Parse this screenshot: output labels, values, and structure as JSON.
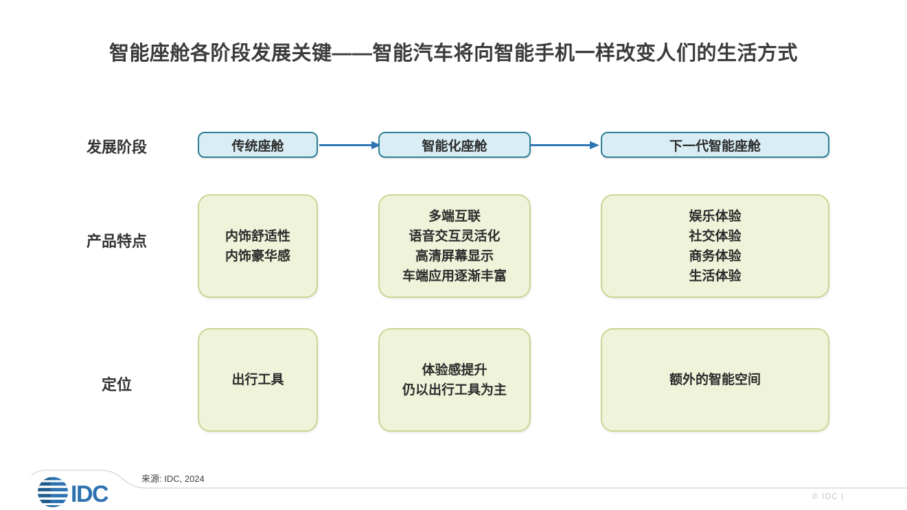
{
  "title": "智能座舱各阶段发展关键——智能汽车将向智能手机一样改变人们的生活方式",
  "row_labels": {
    "stage": "发展阶段",
    "features": "产品特点",
    "positioning": "定位"
  },
  "stages": [
    {
      "name": "传统座舱",
      "features": [
        "内饰舒适性",
        "内饰豪华感"
      ],
      "positioning": [
        "出行工具"
      ]
    },
    {
      "name": "智能化座舱",
      "features": [
        "多端互联",
        "语音交互灵活化",
        "高清屏幕显示",
        "车端应用逐渐丰富"
      ],
      "positioning": [
        "体验感提升",
        "仍以出行工具为主"
      ]
    },
    {
      "name": "下一代智能座舱",
      "features": [
        "娱乐体验",
        "社交体验",
        "商务体验",
        "生活体验"
      ],
      "positioning": [
        "额外的智能空间"
      ]
    }
  ],
  "footer": {
    "logo_text": "IDC",
    "source": "来源:  IDC, 2024",
    "copyright": "© IDC |"
  },
  "colors": {
    "stage_box_fill": "#d8edf4",
    "stage_box_border": "#2e7f93",
    "green_box_fill": "#eff3da",
    "green_box_border": "#c6d793",
    "arrow_blue": "#2e75b6",
    "logo_blue": "#2c71b0",
    "title_text": "#3b3b3b",
    "swoosh_gray": "#dadada",
    "copyright_gray": "#c6c6c6"
  }
}
